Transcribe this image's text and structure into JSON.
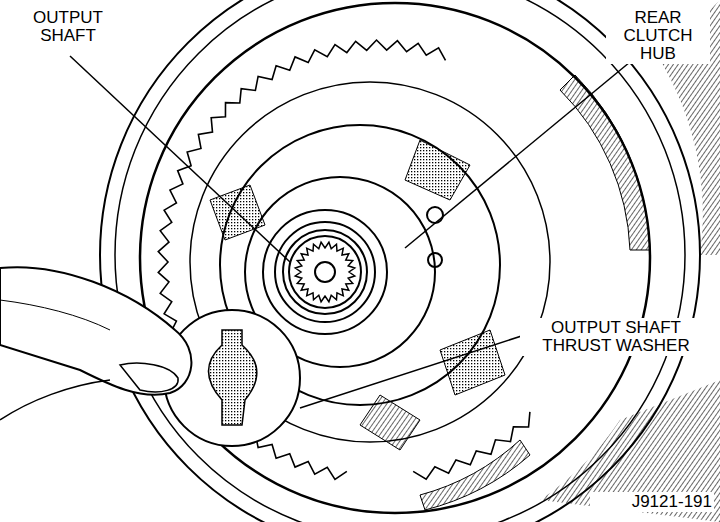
{
  "diagram": {
    "labels": [
      "OUTPUT SHAFT",
      "REAR CLUTCH HUB",
      "OUTPUT SHAFT THRUST WASHER",
      "J9121-191"
    ]
  }
}
